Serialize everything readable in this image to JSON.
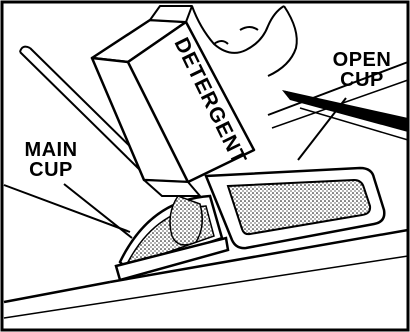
{
  "labels": {
    "open_cup": [
      "OPEN",
      "CUP"
    ],
    "main_cup": [
      "MAIN",
      "CUP"
    ]
  },
  "carton": {
    "text": "DETERGENT"
  },
  "colors": {
    "ink": "#000000",
    "paper": "#ffffff"
  }
}
